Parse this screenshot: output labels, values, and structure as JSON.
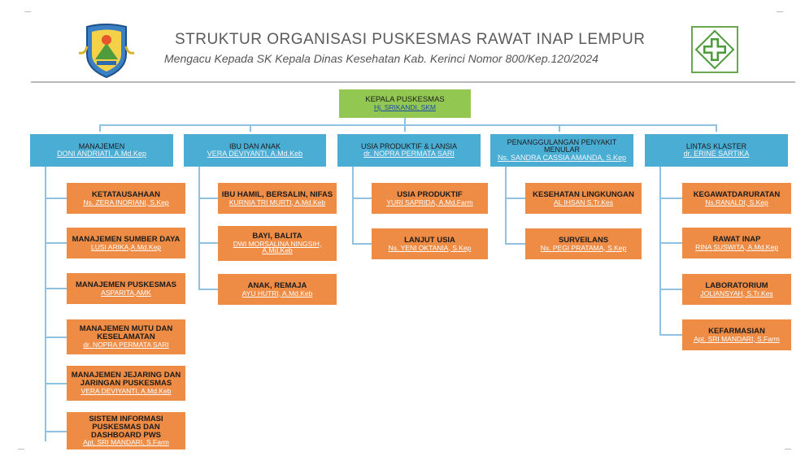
{
  "header": {
    "title": "STRUKTUR ORGANISASI PUSKESMAS RAWAT INAP LEMPUR",
    "subtitle": "Mengacu Kepada SK Kepala Dinas Kesehatan Kab. Kerinci Nomor 800/Kep.120/2024"
  },
  "icons": {
    "left_logo": "kerinci-regency-emblem",
    "right_logo": "puskesmas-green-cross-logo"
  },
  "colors": {
    "head": "#92c851",
    "cluster": "#4aaed4",
    "unit": "#ee8c46",
    "connector": "#8fc2e0"
  },
  "head": {
    "title": "KEPALA PUSKESMAS",
    "name": "Hj. SRIKANDI, SKM"
  },
  "clusters": [
    {
      "title": "MANAJEMEN",
      "name": "DONI ANDRIATI, A.Md.Kep",
      "units": [
        {
          "title": "KETATAUSAHAAN",
          "name": "Ns. ZERA INORIANI, S.Kep"
        },
        {
          "title": "MANAJEMEN SUMBER DAYA",
          "name": "LUSI ARIKA,A.Md.Kep"
        },
        {
          "title": "MANAJEMEN PUSKESMAS",
          "name": "ASPARITA,AMK"
        },
        {
          "title": "MANAJEMEN MUTU DAN KESELAMATAN",
          "name": "dr. NOPRA PERMATA SARI"
        },
        {
          "title": "MANAJEMEN JEJARING DAN JARINGAN PUSKESMAS",
          "name": "VERA DEVIYANTI, A.Md.Keb"
        },
        {
          "title": "SISTEM INFORMASI PUSKESMAS DAN DASHBOARD PWS",
          "name": "Apt. SRI MANDARI, S.Farm"
        }
      ]
    },
    {
      "title": "IBU DAN ANAK",
      "name": "VERA DEVIYANTI, A.Md.Keb",
      "units": [
        {
          "title": "IBU HAMIL, BERSALIN, NIFAS",
          "name": "KURNIA TRI MURTI, A.Md.Keb"
        },
        {
          "title": "BAYI, BALITA",
          "name": "DWI MORSALINA NINGSIH, A.Md.Keb"
        },
        {
          "title": "ANAK, REMAJA",
          "name": "AYU HUTRI, A.Md.Keb"
        }
      ]
    },
    {
      "title": "USIA PRODUKTIF & LANSIA",
      "name": "dr. NOPRA PERMATA SARI",
      "units": [
        {
          "title": "USIA PRODUKTIF",
          "name": "YURI SAPRIDA, A.Md.Farm"
        },
        {
          "title": "LANJUT USIA",
          "name": "Ns. YENI OKTANIA, S.Kep"
        }
      ]
    },
    {
      "title": "PENANGGULANGAN PENYAKIT MENULAR",
      "name": "Ns. SANDRA CASSIA AMANDA, S.Kep",
      "units": [
        {
          "title": "KESEHATAN LINGKUNGAN",
          "name": "AL IHSAN S.Tr.Kes"
        },
        {
          "title": "SURVEILANS",
          "name": "Ns. PEGI PRATAMA, S.Kep"
        }
      ]
    },
    {
      "title": "LINTAS KLASTER",
      "name": "dr. ERINE SARTIKA",
      "units": [
        {
          "title": "KEGAWATDARURATAN",
          "name": "Ns.RANALDI, S.Kep"
        },
        {
          "title": "RAWAT INAP",
          "name": "RINA SUSWITA, A.Md.Kep"
        },
        {
          "title": "LABORATORIUM",
          "name": "JOLIANSYAH, S.Tr.Kes"
        },
        {
          "title": "KEFARMASIAN",
          "name": "Apt. SRI MANDARI, S.Farm"
        }
      ]
    }
  ]
}
